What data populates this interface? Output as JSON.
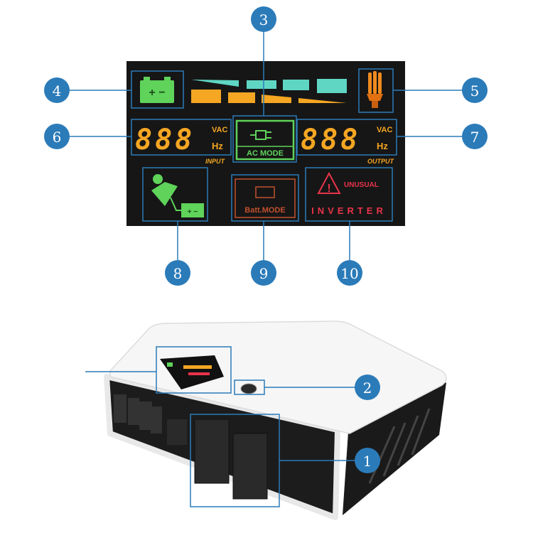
{
  "colors": {
    "callout": "#2b7bb9",
    "lcd_bg": "#161616",
    "amber": "#f5a623",
    "green": "#5fd35a",
    "teal": "#5fd6c4",
    "red": "#e8334a",
    "batt_mode": "#c0502e"
  },
  "callouts": [
    "1",
    "2",
    "3",
    "4",
    "5",
    "6",
    "7",
    "8",
    "9",
    "10"
  ],
  "lcd": {
    "input_digits": "888",
    "output_digits": "888",
    "unit_vac": "VAC",
    "unit_hz": "Hz",
    "input_label": "INPUT",
    "output_label": "OUTPUT",
    "ac_mode": "AC MODE",
    "batt_mode": "Batt.MODE",
    "unusual": "UNUSUAL",
    "inverter": "INVERTER",
    "battery_signs": "+ −"
  }
}
